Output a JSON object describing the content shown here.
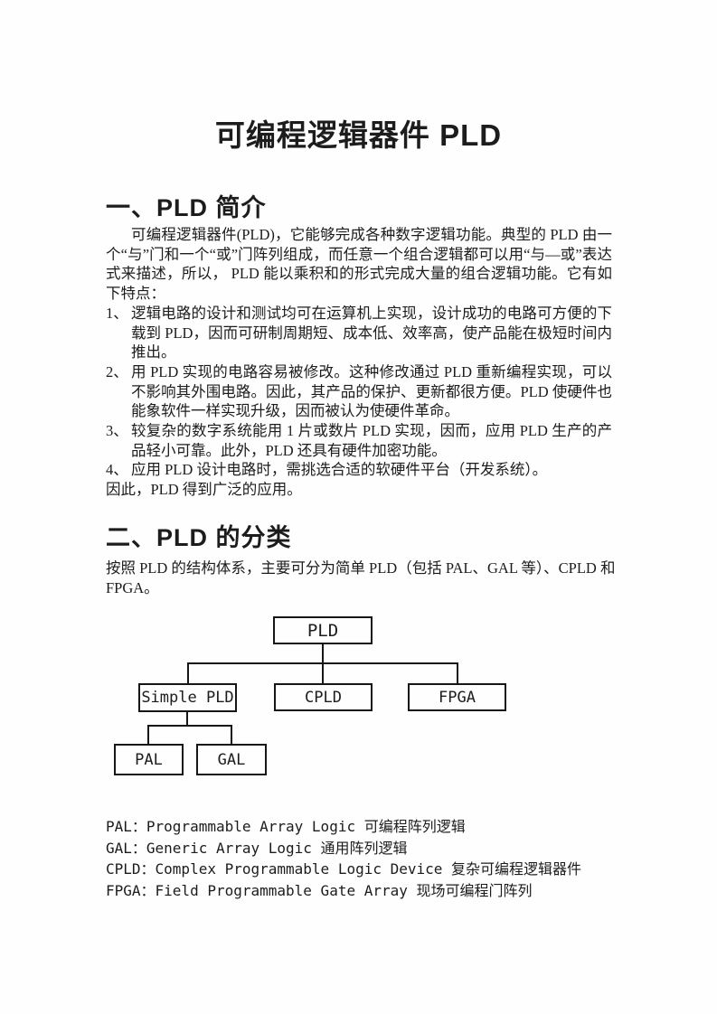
{
  "page": {
    "title": "可编程逻辑器件 PLD"
  },
  "section1": {
    "heading": "一、PLD 简介",
    "intro": "可编程逻辑器件(PLD)，它能够完成各种数字逻辑功能。典型的 PLD 由一个“与”门和一个“或”门阵列组成，而任意一个组合逻辑都可以用“与—或”表达式来描述，所以， PLD 能以乘积和的形式完成大量的组合逻辑功能。它有如下特点：",
    "items": [
      {
        "marker": "1、",
        "text": "逻辑电路的设计和测试均可在运算机上实现，设计成功的电路可方便的下载到 PLD，因而可研制周期短、成本低、效率高，使产品能在极短时间内推出。"
      },
      {
        "marker": "2、",
        "text": "用 PLD 实现的电路容易被修改。这种修改通过 PLD 重新编程实现，可以不影响其外围电路。因此，其产品的保护、更新都很方便。PLD 使硬件也能象软件一样实现升级，因而被认为使硬件革命。"
      },
      {
        "marker": "3、",
        "text": "较复杂的数字系统能用 1 片或数片 PLD 实现，因而，应用 PLD 生产的产品轻小可靠。此外，PLD 还具有硬件加密功能。"
      },
      {
        "marker": "4、",
        "text": "应用 PLD 设计电路时，需挑选合适的软硬件平台（开发系统）。"
      }
    ],
    "closing": "因此，PLD 得到广泛的应用。"
  },
  "section2": {
    "heading": "二、PLD 的分类",
    "intro": "按照 PLD 的结构体系，主要可分为简单 PLD（包括 PAL、GAL 等）、CPLD 和 FPGA。",
    "diagram": {
      "root": "PLD",
      "level2": [
        "Simple PLD",
        "CPLD",
        "FPGA"
      ],
      "level3": [
        "PAL",
        "GAL"
      ]
    },
    "definitions": [
      "PAL：Programmable Array Logic 可编程阵列逻辑",
      "GAL：Generic Array Logic 通用阵列逻辑",
      "CPLD：Complex Programmable Logic Device 复杂可编程逻辑器件",
      "FPGA：Field Programmable Gate Array 现场可编程门阵列"
    ]
  }
}
